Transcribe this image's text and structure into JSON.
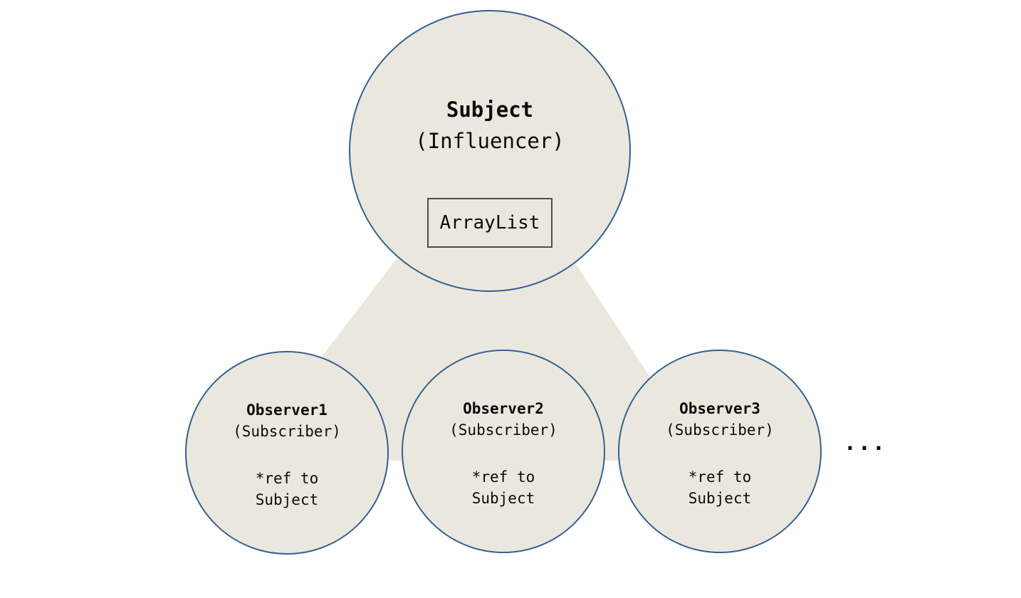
{
  "diagram": {
    "subject": {
      "title": "Subject",
      "subtitle": "(Influencer)",
      "box_label": "ArrayList"
    },
    "observers": [
      {
        "title": "Observer1",
        "subtitle": "(Subscriber)",
        "ref_line1": "*ref to",
        "ref_line2": "Subject"
      },
      {
        "title": "Observer2",
        "subtitle": "(Subscriber)",
        "ref_line1": "*ref to",
        "ref_line2": "Subject"
      },
      {
        "title": "Observer3",
        "subtitle": "(Subscriber)",
        "ref_line1": "*ref to",
        "ref_line2": "Subject"
      }
    ],
    "ellipsis": "...",
    "colors": {
      "fill": "#EAE8DE",
      "stroke": "#365F91",
      "box_stroke": "#4D4D4D",
      "text": "#0B0B0B",
      "background": "#FFFFFF"
    }
  }
}
